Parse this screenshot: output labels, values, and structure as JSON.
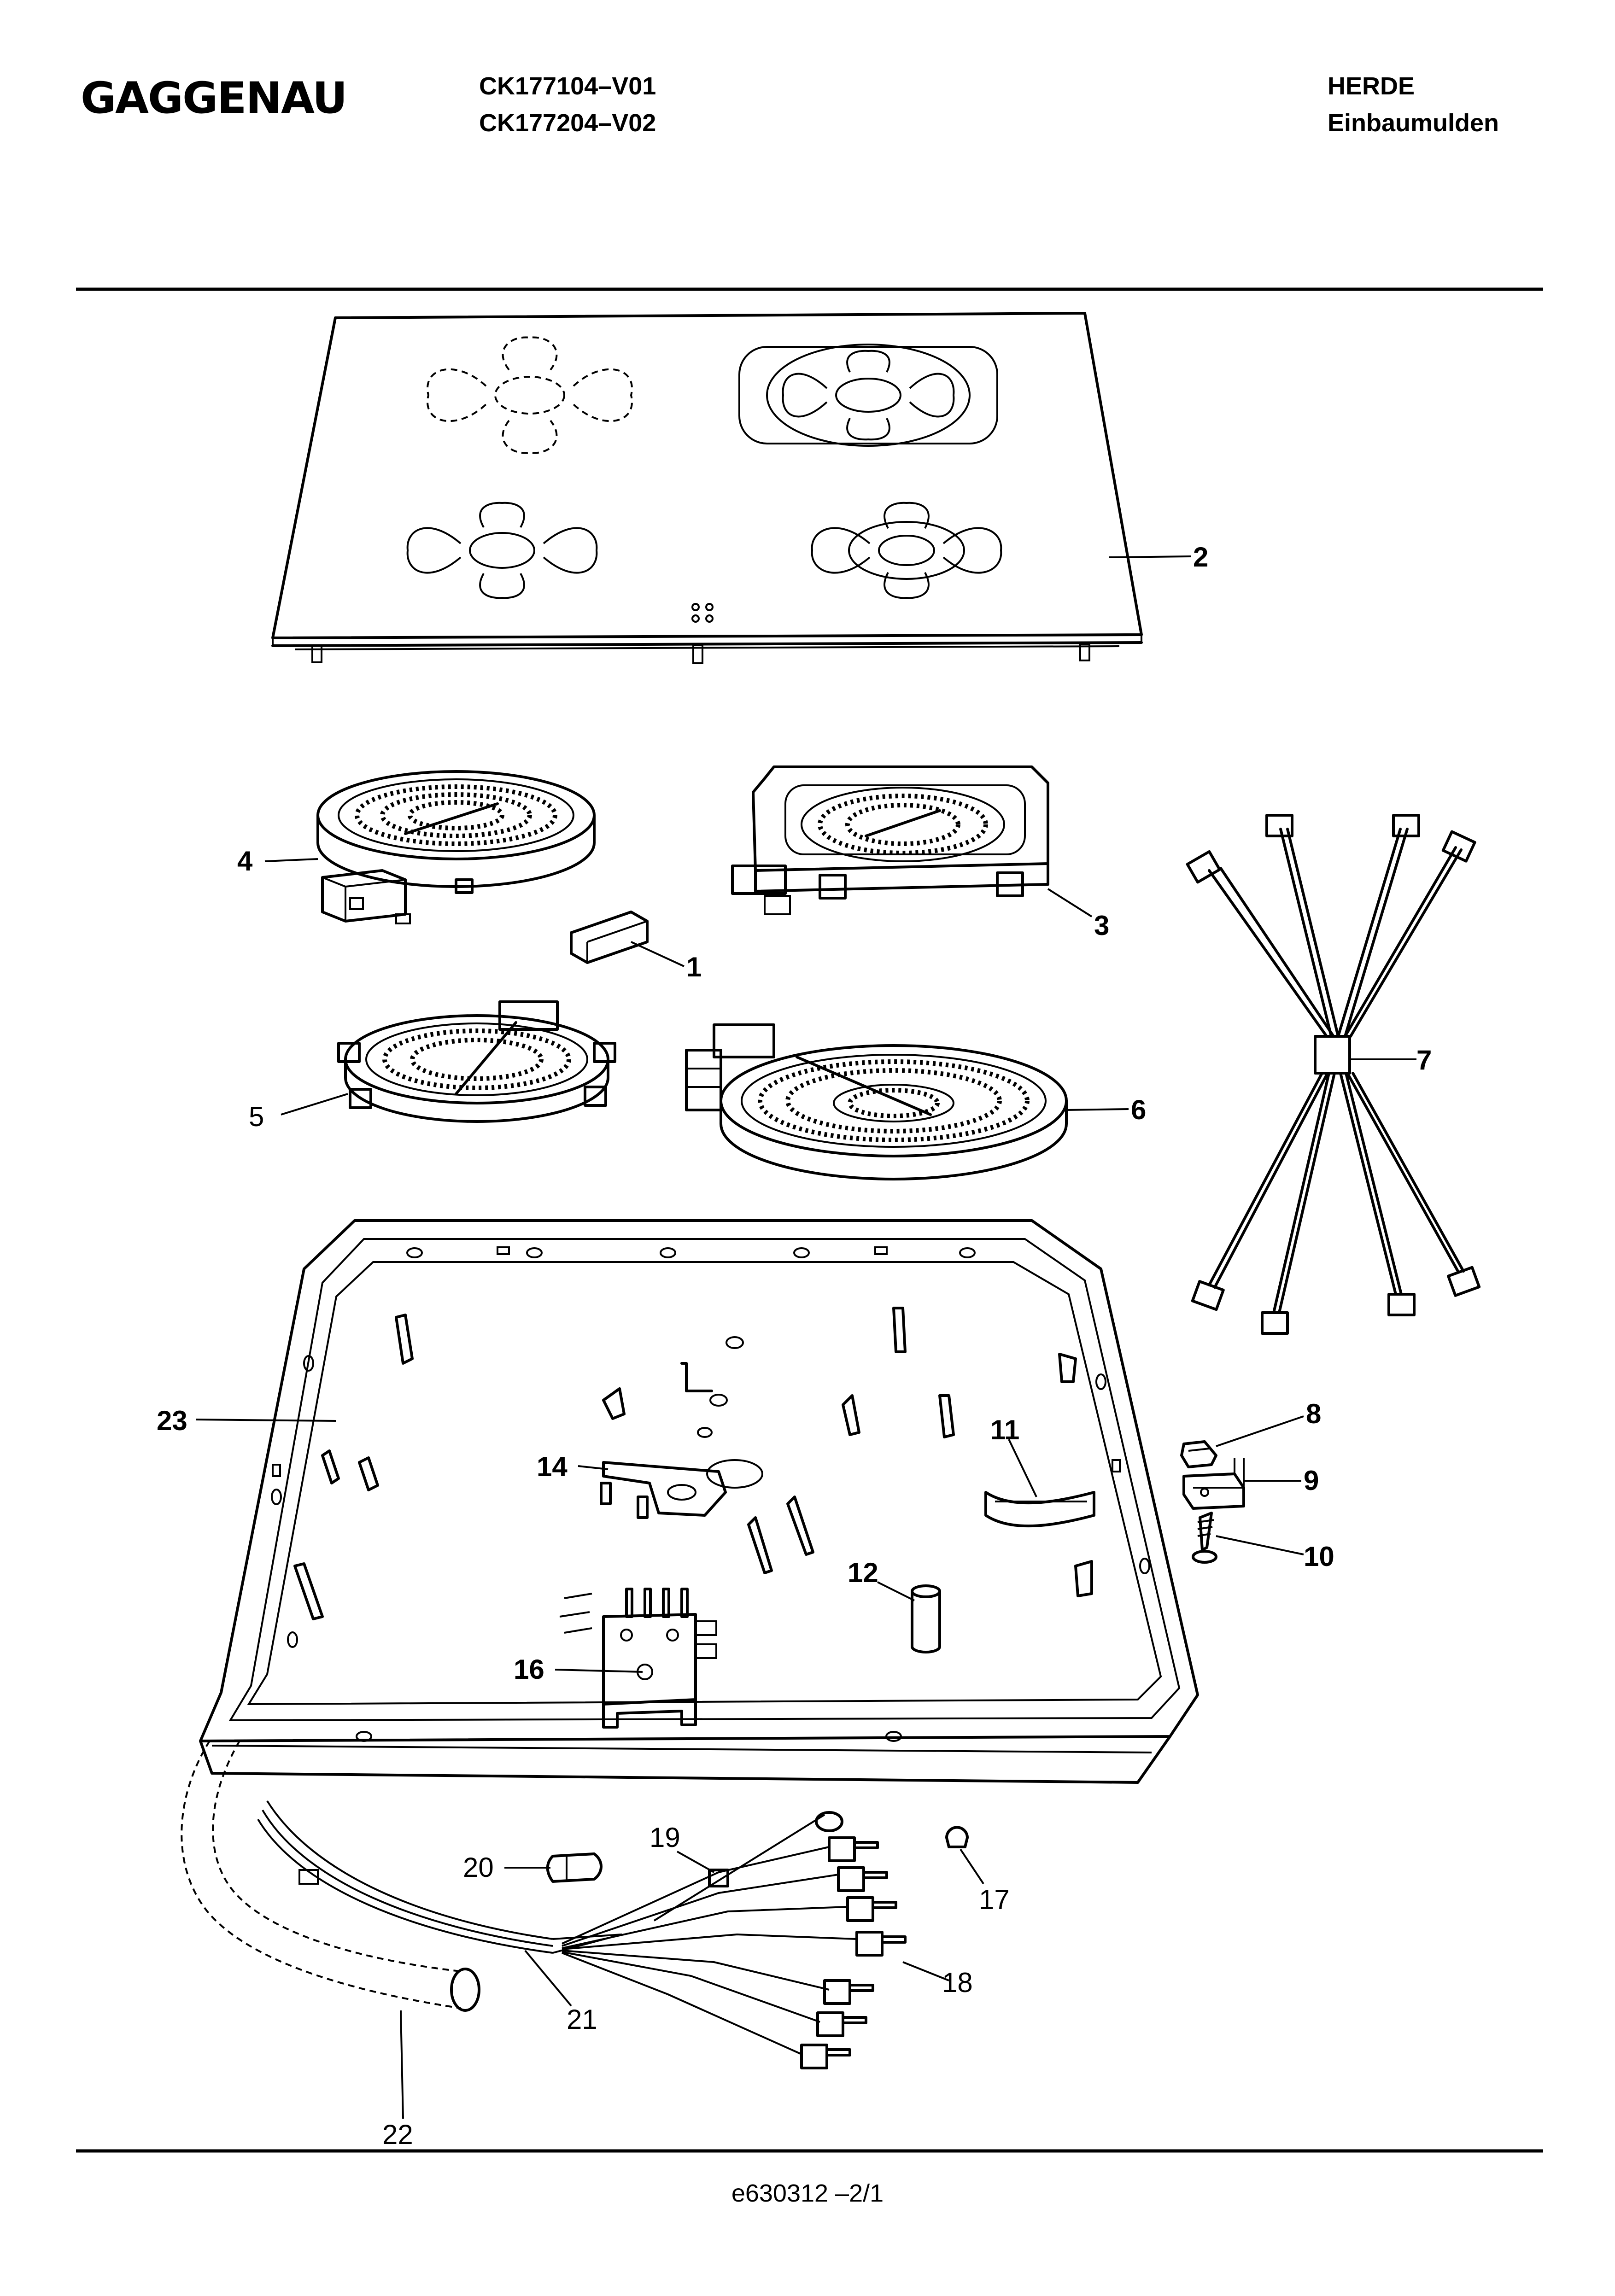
{
  "header": {
    "brand": "GAGGENAU",
    "models": [
      "CK177104–V01",
      "CK177204–V02"
    ],
    "category": "HERDE",
    "subcategory": "Einbaumulden"
  },
  "footer": {
    "doc_id": "e630312 –2/1"
  },
  "callouts": {
    "c1": "1",
    "c2": "2",
    "c3": "3",
    "c4": "4",
    "c5": "5",
    "c6": "6",
    "c7": "7",
    "c8": "8",
    "c9": "9",
    "c10": "10",
    "c11": "11",
    "c12": "12",
    "c14": "14",
    "c16": "16",
    "c17": "17",
    "c18": "18",
    "c19": "19",
    "c20": "20",
    "c21": "21",
    "c22": "22",
    "c23": "23"
  }
}
